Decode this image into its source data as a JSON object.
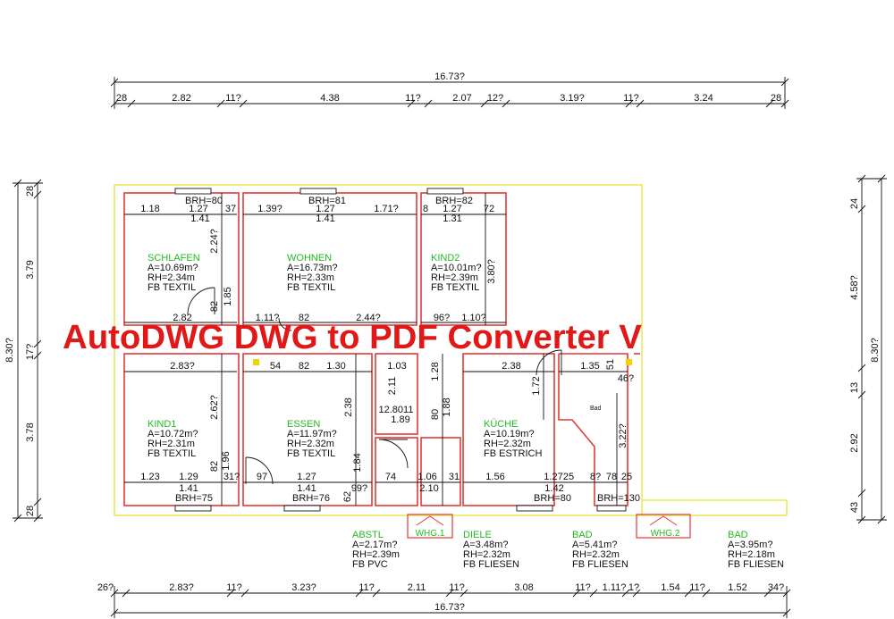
{
  "watermark": "AutoDWG DWG to PDF Converter V",
  "dims_top": {
    "total": "16.73?",
    "segments": [
      "28",
      "2.82",
      "11?",
      "4.38",
      "11?",
      "2.07",
      "12?",
      "3.19?",
      "11?",
      "3.24",
      "28"
    ]
  },
  "dims_bottom": {
    "total": "16.73?",
    "segments": [
      "26?",
      "2.83?",
      "11?",
      "3.23?",
      "11?",
      "2.11",
      "11?",
      "3.08",
      "11?",
      "1.11?",
      "1?",
      "1.54",
      "11?",
      "1.52",
      "34?"
    ]
  },
  "dims_left": {
    "total": "8.30?",
    "segments": [
      "28",
      "3.79",
      "17?",
      "3.78",
      "28"
    ]
  },
  "dims_right": {
    "total": "8.30?",
    "segments": [
      "24",
      "4.58?",
      "13",
      "2.92",
      "43"
    ]
  },
  "rooms": [
    {
      "name": "SCHLAFEN",
      "area": "A=10.69m?",
      "rh": "RH=2.34m",
      "fb": "FB  TEXTIL"
    },
    {
      "name": "WOHNEN",
      "area": "A=16.73m?",
      "rh": "RH=2.33m",
      "fb": "FB  TEXTIL"
    },
    {
      "name": "KIND2",
      "area": "A=10.01m?",
      "rh": "RH=2.39m",
      "fb": "FB  TEXTIL"
    },
    {
      "name": "KIND1",
      "area": "A=10.72m?",
      "rh": "RH=2.31m",
      "fb": "FB  TEXTIL"
    },
    {
      "name": "ESSEN",
      "area": "A=11.97m?",
      "rh": "RH=2.32m",
      "fb": "FB  TEXTIL"
    },
    {
      "name": "KÜCHE",
      "area": "A=10.19m?",
      "rh": "RH=2.32m",
      "fb": "FB  ESTRICH"
    },
    {
      "name": "ABSTL",
      "area": "A=2.17m?",
      "rh": "RH=2.39m",
      "fb": "FB  PVC"
    },
    {
      "name": "DIELE",
      "area": "A=3.48m?",
      "rh": "RH=2.32m",
      "fb": "FB  FLIESEN"
    },
    {
      "name": "BAD",
      "area": "A=5.41m?",
      "rh": "RH=2.32m",
      "fb": "FB  FLIESEN"
    },
    {
      "name": "BAD",
      "area": "A=3.95m?",
      "rh": "RH=2.18m",
      "fb": "FB  FLIESEN"
    }
  ],
  "whg_labels": [
    "WHG.1",
    "WHG.2"
  ],
  "brh": [
    "BRH=80",
    "BRH=81",
    "BRH=82",
    "BRH=75",
    "BRH=76",
    "BRH=80",
    "BRH=130"
  ],
  "bad_small": "Bad",
  "inner_dims": [
    "1.18",
    "1.27",
    "37",
    "1.41",
    "1.39?",
    "1.27",
    "1.71?",
    "8",
    "1.41",
    "1.27",
    "72",
    "1.31",
    "2.24?",
    "82",
    "1.85",
    "3.80?",
    "2.82",
    "1.11?",
    "82",
    "2.44?",
    "96?",
    "1.10?",
    "2.83?",
    "54",
    "82",
    "1.30",
    "1.03",
    "1.28",
    "2.38",
    "1.35",
    "51",
    "46?",
    "2.62?",
    "2.38",
    "2.11",
    "12.8011",
    "1.89",
    "80",
    "1.88",
    "1.72",
    "3.22?",
    "1.23",
    "1.29",
    "82",
    "1.96",
    "31?",
    "97",
    "1.27",
    "1.84",
    "99?",
    "62",
    "74",
    "1.06",
    "31",
    "1.56",
    "1.27",
    "25",
    "8?",
    "78",
    "25",
    "1.41",
    "1.41",
    "2.10",
    "1.42"
  ]
}
